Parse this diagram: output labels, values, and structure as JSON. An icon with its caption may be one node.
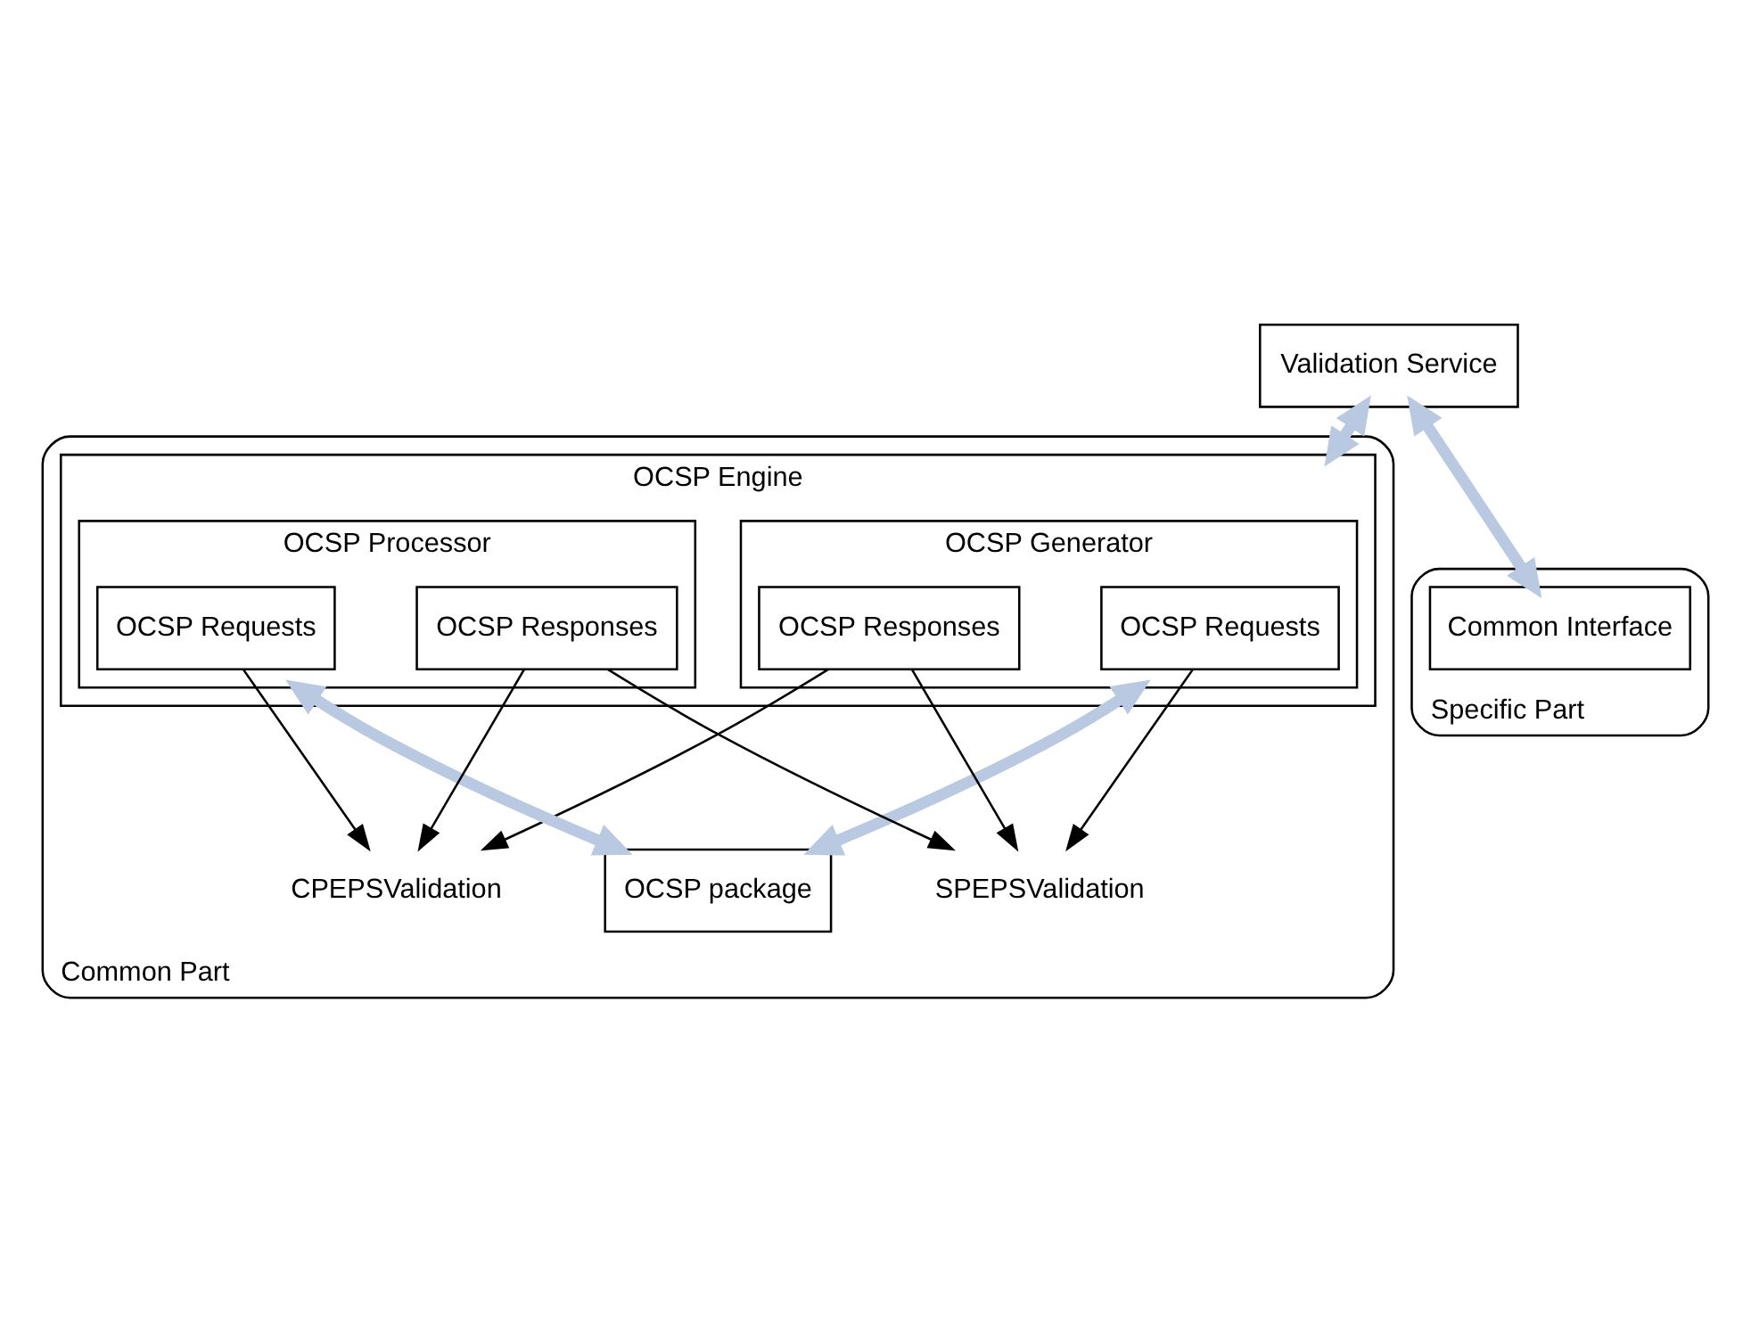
{
  "diagram": {
    "nodes": [
      {
        "text": [
          "Validation Service"
        ]
      },
      {
        "text": [
          "Common Part"
        ]
      },
      {
        "text": [
          "OCSP Engine"
        ],
        "in": 1
      },
      {
        "text": [
          "OCSP Generator"
        ],
        "in": 2
      },
      {
        "text": [
          "OCSP Requests"
        ],
        "in": 3
      },
      {
        "text": [
          "OCSP Responses"
        ],
        "in": 3
      },
      {
        "text": [
          "OCSP Processor"
        ],
        "in": 2
      },
      {
        "text": [
          "OCSP Requests"
        ],
        "in": 6
      },
      {
        "text": [
          "OCSP Responses"
        ],
        "in": 6
      },
      {
        "text": [
          "SPEPSValidation"
        ],
        "in": 1
      },
      {
        "text": [
          "CPEPSValidation"
        ],
        "in": 1
      },
      {
        "text": [
          "OCSP package"
        ],
        "in": 1
      },
      {
        "text": [
          "Specific Part"
        ]
      },
      {
        "text": [
          "Common Interface"
        ],
        "in": 12
      }
    ],
    "edges": [
      {
        "from": 0,
        "to": 2,
        "arrow": "both",
        "style": "thick",
        "color": "#b9c9e2"
      },
      {
        "from": 0,
        "to": 13,
        "arrow": "both",
        "style": "thick",
        "color": "#b9c9e2"
      },
      {
        "from": 4,
        "to": 9,
        "arrow": "to"
      },
      {
        "from": 5,
        "to": 9,
        "arrow": "to"
      },
      {
        "from": 8,
        "to": 9,
        "arrow": "to"
      },
      {
        "from": 5,
        "to": 10,
        "arrow": "to"
      },
      {
        "from": 7,
        "to": 10,
        "arrow": "to"
      },
      {
        "from": 8,
        "to": 10,
        "arrow": "to"
      },
      {
        "from": 3,
        "to": 11,
        "arrow": "both",
        "style": "thick",
        "color": "#b9c9e2"
      },
      {
        "from": 6,
        "to": 11,
        "arrow": "both",
        "style": "thick",
        "color": "#b9c9e2"
      }
    ]
  }
}
